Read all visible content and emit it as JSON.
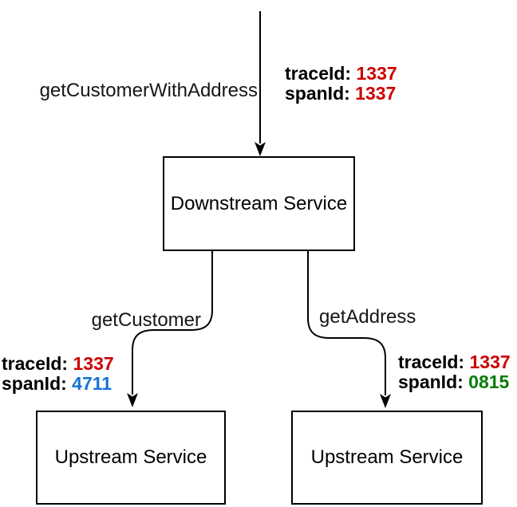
{
  "diagram": {
    "nodes": {
      "downstream": {
        "label": "Downstream Service"
      },
      "upstream_left": {
        "label": "Upstream Service"
      },
      "upstream_right": {
        "label": "Upstream Service"
      }
    },
    "edges": {
      "root": {
        "operation": "getCustomerWithAddress",
        "trace_key": "traceId:",
        "trace_value": "1337",
        "trace_color": "#cc0000",
        "span_key": "spanId:",
        "span_value": "1337",
        "span_color": "#cc0000"
      },
      "get_customer": {
        "operation": "getCustomer",
        "trace_key": "traceId:",
        "trace_value": "1337",
        "trace_color": "#cc0000",
        "span_key": "spanId:",
        "span_value": "4711",
        "span_color": "#1573d6"
      },
      "get_address": {
        "operation": "getAddress",
        "trace_key": "traceId:",
        "trace_value": "1337",
        "trace_color": "#cc0000",
        "span_key": "spanId:",
        "span_value": "0815",
        "span_color": "#077d07"
      }
    },
    "colors": {
      "line": "#000000",
      "node_border": "#000000",
      "background": "#ffffff",
      "trace_red": "#cc0000",
      "span_blue": "#1573d6",
      "span_green": "#077d07"
    }
  }
}
